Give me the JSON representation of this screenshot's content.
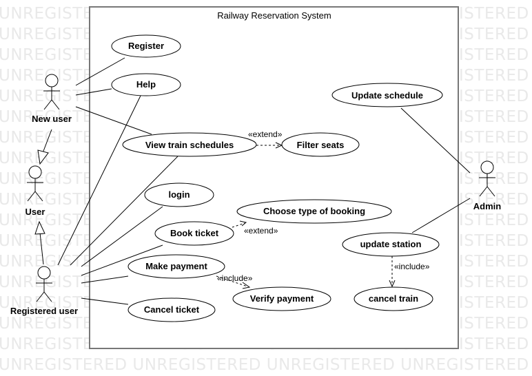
{
  "watermark": "UNREGISTERED",
  "system": {
    "title": "Railway Reservation System"
  },
  "actors": {
    "new_user": "New user",
    "user": "User",
    "registered_user": "Registered user",
    "admin": "Admin"
  },
  "use_cases": {
    "register": "Register",
    "help": "Help",
    "view_schedules": "View train schedules",
    "filter_seats": "Filter seats",
    "login": "login",
    "book_ticket": "Book ticket",
    "choose_booking": "Choose type of booking",
    "make_payment": "Make payment",
    "verify_payment": "Verify payment",
    "cancel_ticket": "Cancel ticket",
    "update_schedule": "Update schedule",
    "update_station": "update station",
    "cancel_train": "cancel train"
  },
  "relations": {
    "extend_filter": "«extend»",
    "extend_booking": "«extend»",
    "include_payment": "«include»",
    "include_cancel_train": "«include»"
  }
}
